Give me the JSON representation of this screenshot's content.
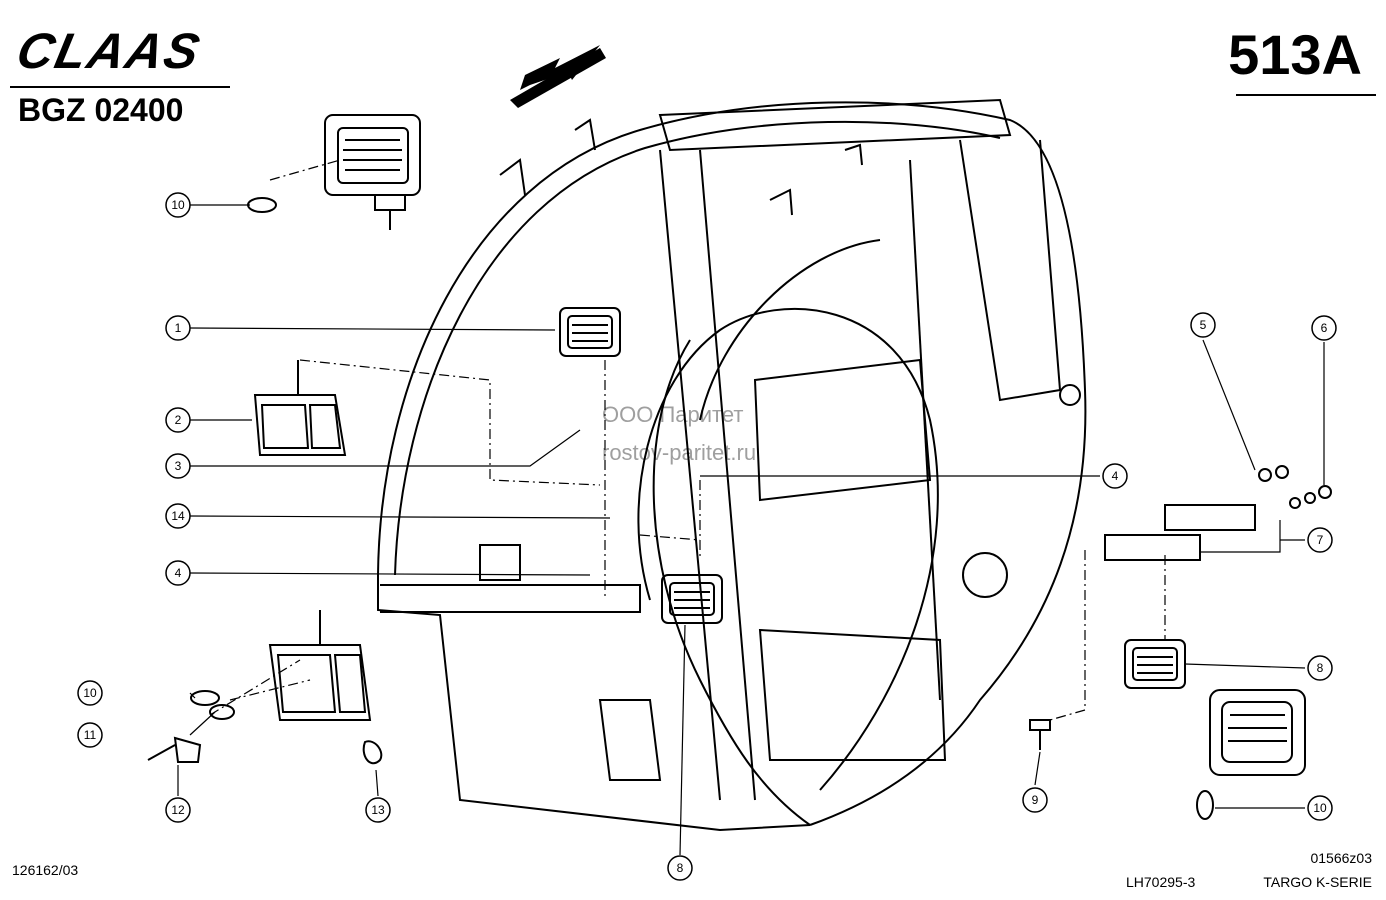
{
  "header": {
    "brand": "CLAAS",
    "code": "BGZ 02400",
    "page": "513A"
  },
  "footer": {
    "left": "126162/03",
    "ref1": "01566z03",
    "ref2": "LH70295-3",
    "series": "TARGO K-SERIE"
  },
  "watermark": {
    "line1": "ООО Паритет",
    "line2": "rostov-paritet.ru"
  },
  "callouts": [
    "1",
    "2",
    "3",
    "4",
    "4",
    "5",
    "6",
    "7",
    "8",
    "8",
    "9",
    "10",
    "10",
    "10",
    "11",
    "12",
    "13",
    "14"
  ]
}
